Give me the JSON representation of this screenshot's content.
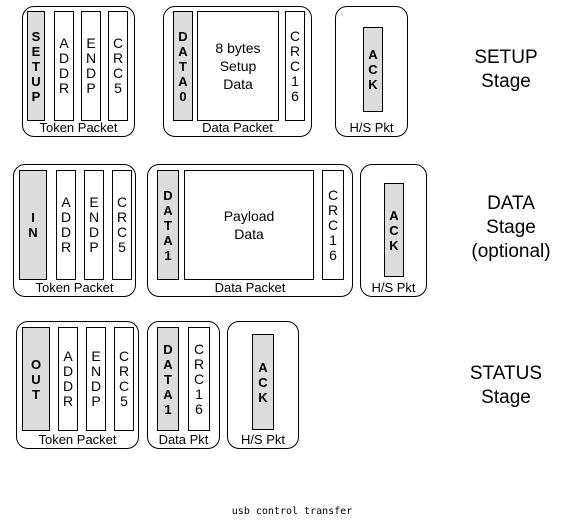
{
  "caption": "usb control transfer",
  "setup": {
    "stage": [
      "SETUP",
      "Stage"
    ],
    "token": {
      "label": "Token Packet",
      "pid": [
        "S",
        "E",
        "T",
        "U",
        "P"
      ],
      "addr": [
        "A",
        "D",
        "D",
        "R"
      ],
      "endp": [
        "E",
        "N",
        "D",
        "P"
      ],
      "crc": [
        "C",
        "R",
        "C",
        "5"
      ]
    },
    "data": {
      "label": "Data Packet",
      "pid": [
        "D",
        "A",
        "T",
        "A",
        "0"
      ],
      "payload": [
        "8 bytes",
        "Setup",
        "Data"
      ],
      "crc": [
        "C",
        "R",
        "C",
        "1",
        "6"
      ]
    },
    "hs": {
      "label": "H/S Pkt",
      "pid": [
        "A",
        "C",
        "K"
      ]
    }
  },
  "data_stage": {
    "stage": [
      "DATA",
      "Stage",
      "(optional)"
    ],
    "token": {
      "label": "Token Packet",
      "pid": [
        "I",
        "N"
      ],
      "addr": [
        "A",
        "D",
        "D",
        "R"
      ],
      "endp": [
        "E",
        "N",
        "D",
        "P"
      ],
      "crc": [
        "C",
        "R",
        "C",
        "5"
      ]
    },
    "data": {
      "label": "Data Packet",
      "pid": [
        "D",
        "A",
        "T",
        "A",
        "1"
      ],
      "payload": [
        "Payload",
        "Data"
      ],
      "crc": [
        "C",
        "R",
        "C",
        "1",
        "6"
      ]
    },
    "hs": {
      "label": "H/S Pkt",
      "pid": [
        "A",
        "C",
        "K"
      ]
    }
  },
  "status": {
    "stage": [
      "STATUS",
      "Stage"
    ],
    "token": {
      "label": "Token Packet",
      "pid": [
        "O",
        "U",
        "T"
      ],
      "addr": [
        "A",
        "D",
        "D",
        "R"
      ],
      "endp": [
        "E",
        "N",
        "D",
        "P"
      ],
      "crc": [
        "C",
        "R",
        "C",
        "5"
      ]
    },
    "data": {
      "label": "Data Pkt",
      "pid": [
        "D",
        "A",
        "T",
        "A",
        "1"
      ],
      "crc": [
        "C",
        "R",
        "C",
        "1",
        "6"
      ]
    },
    "hs": {
      "label": "H/S Pkt",
      "pid": [
        "A",
        "C",
        "K"
      ]
    }
  }
}
